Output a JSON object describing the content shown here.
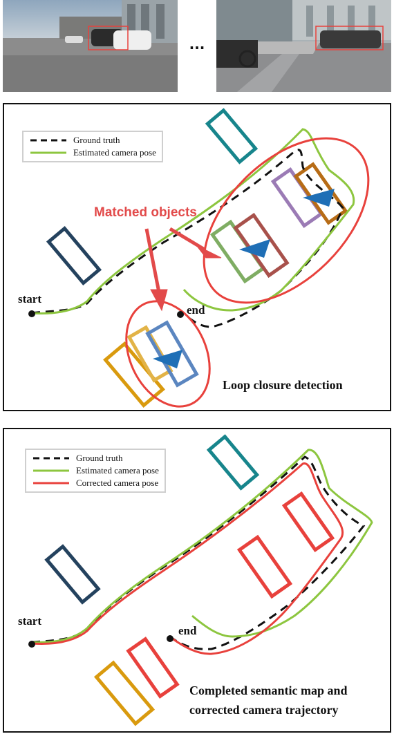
{
  "ellipsis": "...",
  "legend": {
    "ground_truth": "Ground truth",
    "estimated": "Estimated camera pose",
    "corrected": "Corrected camera pose"
  },
  "panel1": {
    "matched_label": "Matched objects",
    "start": "start",
    "end": "end",
    "caption": "Loop closure detection"
  },
  "panel2": {
    "start": "start",
    "end": "end",
    "caption_line1": "Completed semantic map and",
    "caption_line2": "corrected camera trajectory"
  },
  "colors": {
    "ground_truth": "#111111",
    "estimated": "#8dc63f",
    "corrected": "#e8413c",
    "match_highlight": "#e8413c",
    "arrow": "#1f6fb6",
    "teal": "#17858c",
    "navy": "#24425e",
    "orange": "#d99a0e",
    "gold": "#e2b347",
    "blue": "#5b86c0",
    "green": "#7fad63",
    "brown": "#a8514b",
    "purple": "#9b7bb5",
    "dark_orange": "#b76c16"
  }
}
